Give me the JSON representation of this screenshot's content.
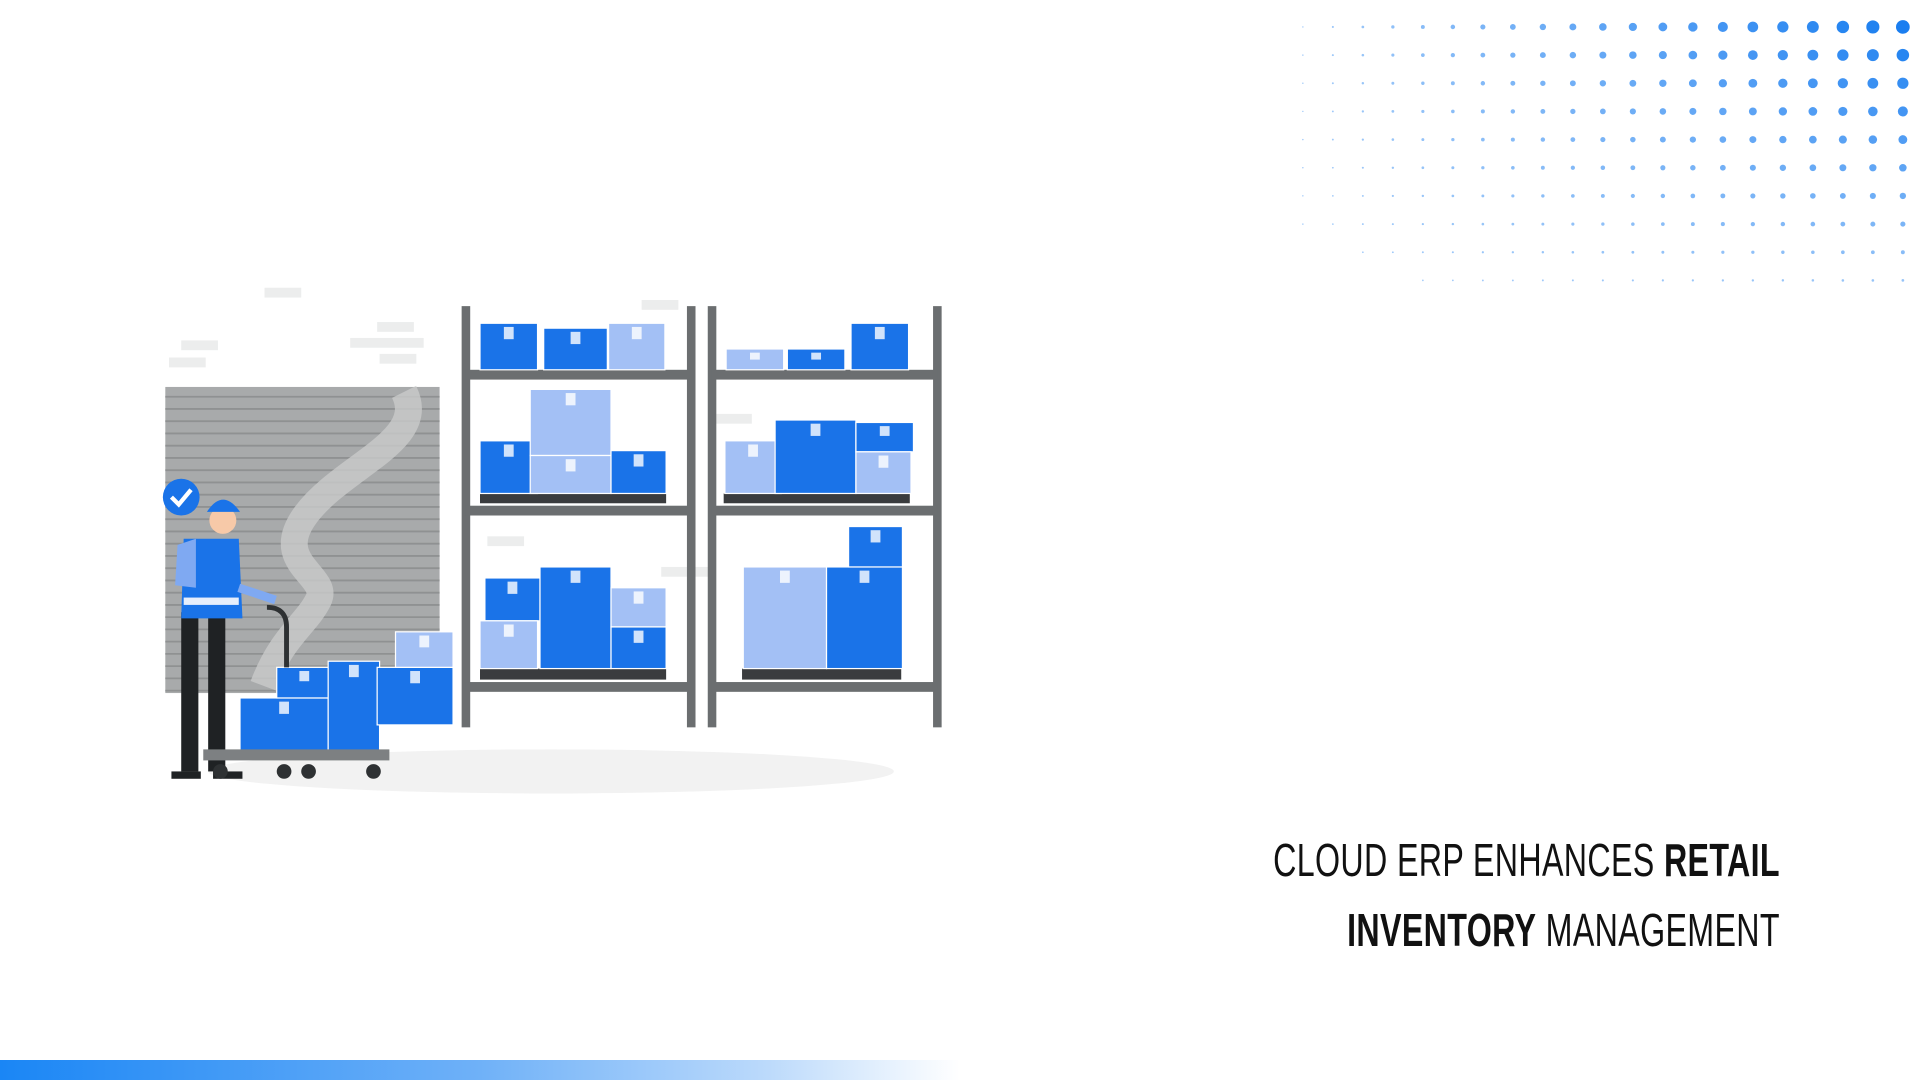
{
  "headline": {
    "line1_regular": "CLOUD ERP ENHANCES ",
    "line1_bold": "RETAIL",
    "line2_bold": "INVENTORY",
    "line2_regular": " MANAGEMENT"
  },
  "colors": {
    "accent": "#1a73e8",
    "light_box": "#a3c0f5",
    "shelf": "#6b6e70",
    "door": "#a5a7a8"
  },
  "illustration": {
    "icon": "warehouse-worker-illustration",
    "badge_icon": "check-icon"
  }
}
